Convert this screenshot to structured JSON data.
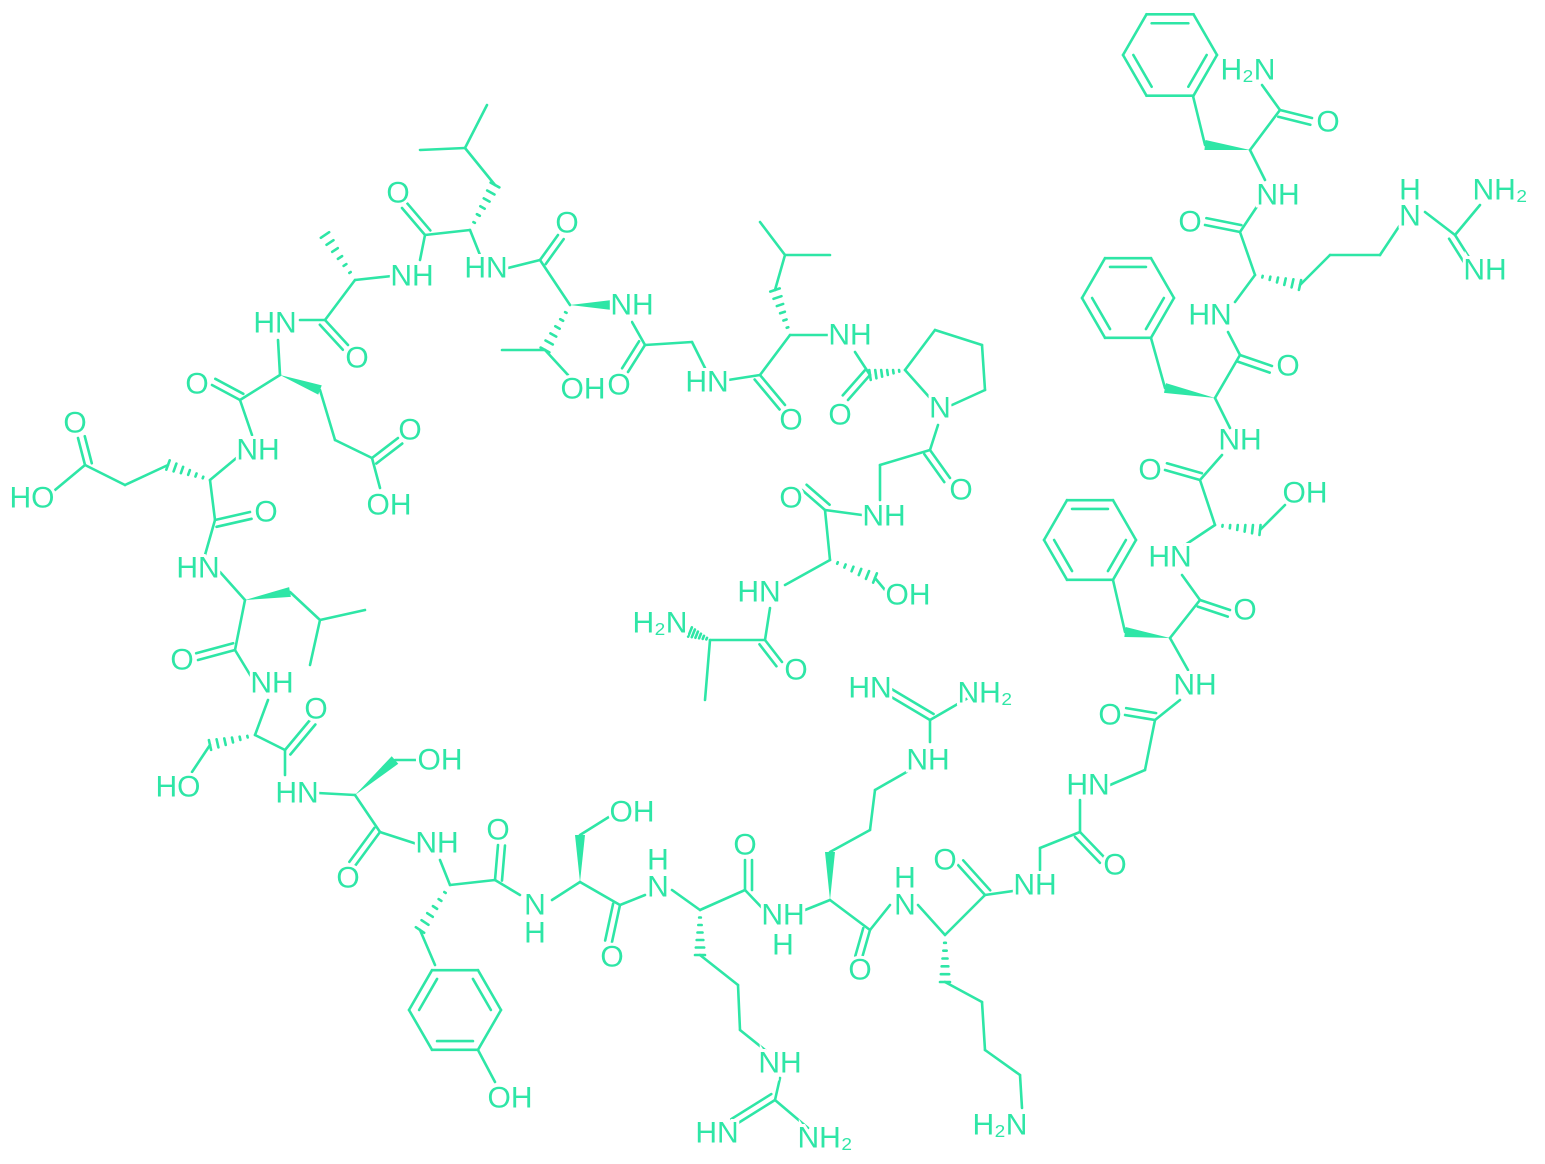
{
  "diagram": {
    "type": "chemical-structure",
    "colors": {
      "bond": "#2ee6a6",
      "atom_label": "#2ee6a6",
      "highlight": "#e8000b"
    },
    "atom_labels": [
      {
        "text": "H₂N",
        "highlight": true
      },
      {
        "text": "O"
      },
      {
        "text": "NH"
      },
      {
        "text": "H"
      },
      {
        "text": "N"
      },
      {
        "text": "NH₂"
      },
      {
        "text": "O"
      },
      {
        "text": "NH"
      },
      {
        "text": "HN"
      },
      {
        "text": "O"
      },
      {
        "text": "NH"
      },
      {
        "text": "O"
      },
      {
        "text": "OH"
      },
      {
        "text": "HN"
      },
      {
        "text": "O"
      },
      {
        "text": "NH"
      },
      {
        "text": "O"
      },
      {
        "text": "HN"
      },
      {
        "text": "O"
      },
      {
        "text": "NH"
      },
      {
        "text": "O"
      },
      {
        "text": "H"
      },
      {
        "text": "N"
      },
      {
        "text": "H₂N"
      },
      {
        "text": "O"
      },
      {
        "text": "NH"
      },
      {
        "text": "H"
      },
      {
        "text": "O"
      },
      {
        "text": "H"
      },
      {
        "text": "N"
      },
      {
        "text": "NH"
      },
      {
        "text": "HN"
      },
      {
        "text": "NH₂"
      },
      {
        "text": "O"
      },
      {
        "text": "OH"
      },
      {
        "text": "N"
      },
      {
        "text": "H"
      },
      {
        "text": "O"
      },
      {
        "text": "NH"
      },
      {
        "text": "OH"
      },
      {
        "text": "O"
      },
      {
        "text": "HN"
      },
      {
        "text": "OH"
      },
      {
        "text": "HO"
      },
      {
        "text": "O"
      },
      {
        "text": "NH"
      },
      {
        "text": "O"
      },
      {
        "text": "HN"
      },
      {
        "text": "O"
      },
      {
        "text": "NH"
      },
      {
        "text": "HO"
      },
      {
        "text": "O"
      },
      {
        "text": "O"
      },
      {
        "text": "OH"
      },
      {
        "text": "O"
      },
      {
        "text": "HN"
      },
      {
        "text": "O"
      },
      {
        "text": "NH"
      },
      {
        "text": "O"
      },
      {
        "text": "HN"
      },
      {
        "text": "O"
      },
      {
        "text": "NH"
      },
      {
        "text": "OH"
      },
      {
        "text": "O"
      },
      {
        "text": "HN"
      },
      {
        "text": "O"
      },
      {
        "text": "NH"
      },
      {
        "text": "O"
      },
      {
        "text": "N"
      },
      {
        "text": "O"
      },
      {
        "text": "NH"
      },
      {
        "text": "O"
      },
      {
        "text": "HN"
      },
      {
        "text": "OH"
      },
      {
        "text": "H₂N"
      },
      {
        "text": "O"
      },
      {
        "text": "HN"
      },
      {
        "text": "NH₂"
      },
      {
        "text": "NH"
      }
    ]
  }
}
